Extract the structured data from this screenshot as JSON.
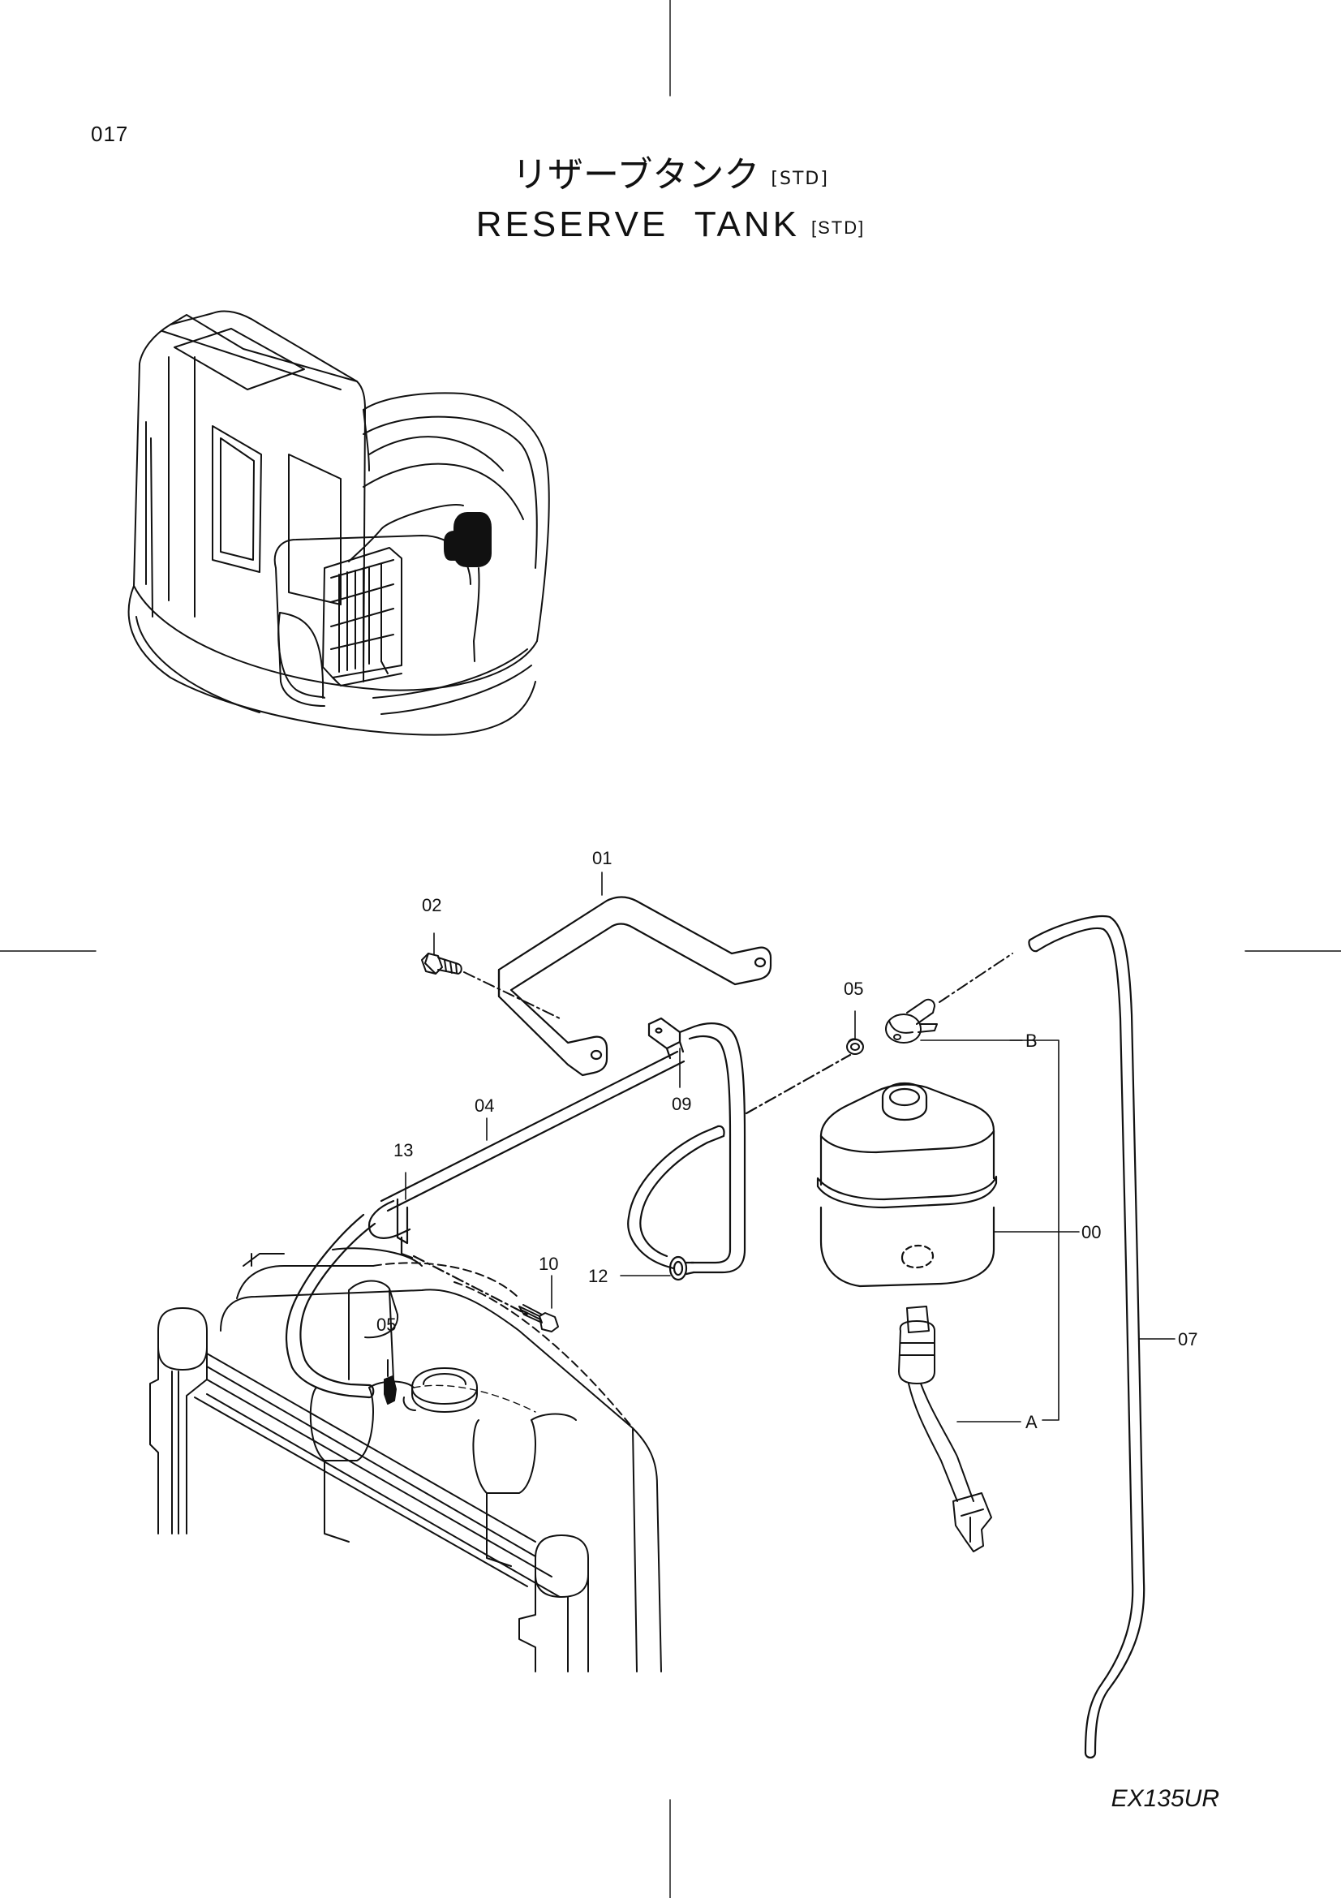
{
  "page_number": "017",
  "title": {
    "japanese": "リザーブタンク",
    "english": "RESERVE  TANK",
    "variant_tag": "[STD]"
  },
  "model": "EX135UR",
  "callouts": {
    "c00": "00",
    "c01": "01",
    "c02": "02",
    "c04": "04",
    "c05a": "05",
    "c05b": "05",
    "c07": "07",
    "c09": "09",
    "c10": "10",
    "c12": "12",
    "c13": "13",
    "cA": "A",
    "cB": "B"
  }
}
